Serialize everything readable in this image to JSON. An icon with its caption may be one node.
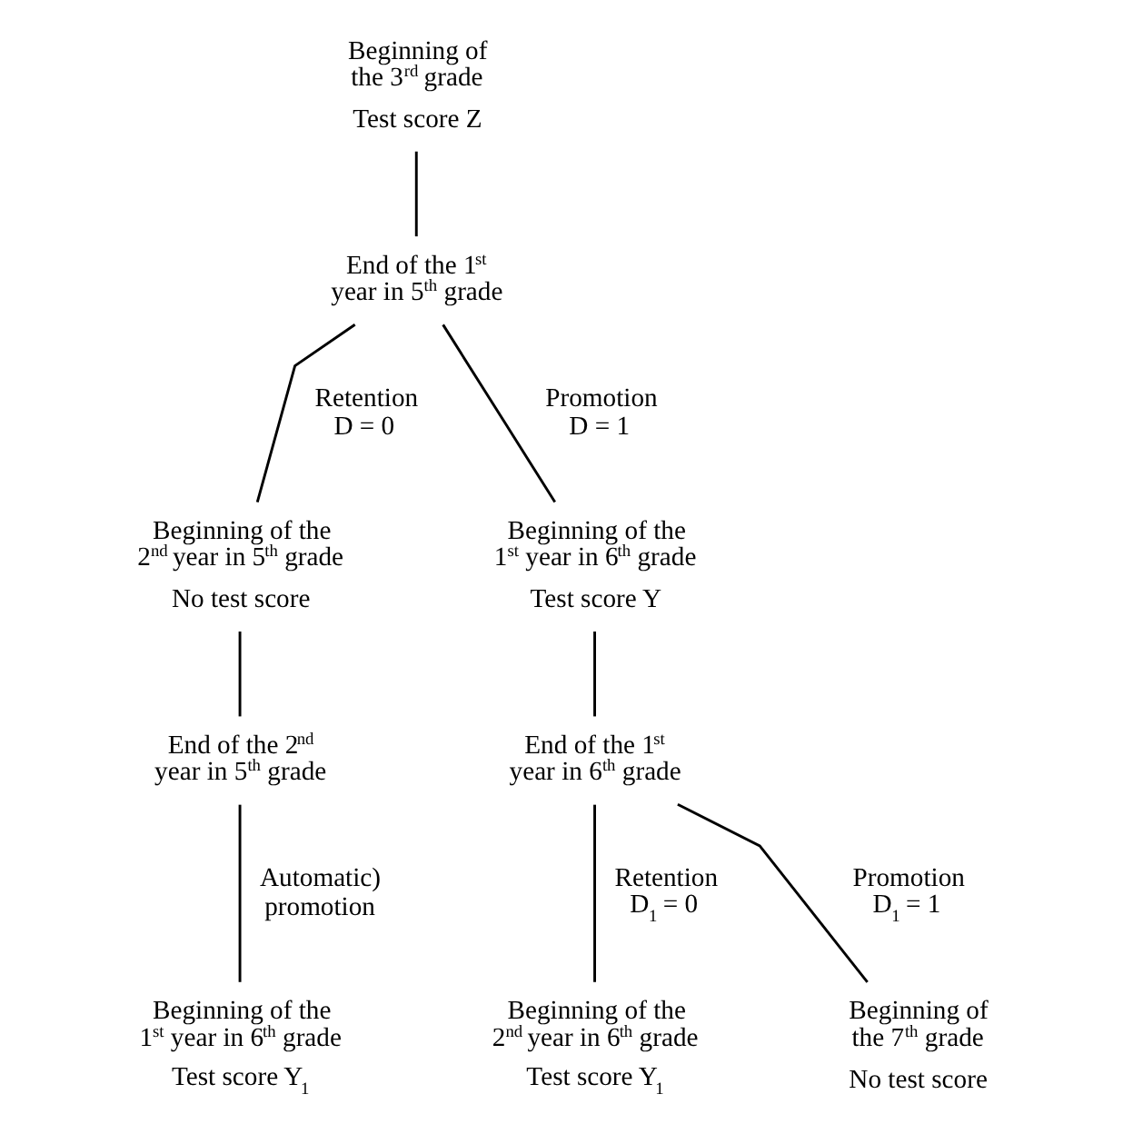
{
  "diagram": {
    "nodes": [
      {
        "text": [
          "Beginning of the 3$^{rd}$ grade",
          "Test score Z"
        ]
      },
      {
        "text": [
          "End of the 1$^{st}$ year in 5$^{th}$ grade"
        ]
      },
      {
        "text": [
          "Beginning of the 2$^{nd}$ year in 5$^{th}$ grade",
          "No test score"
        ]
      },
      {
        "text": [
          "Beginning of the 1$^{st}$ year in 6$^{th}$ grade",
          "Test score Y"
        ]
      },
      {
        "text": [
          "End of the 2$^{nd}$ year in 5$^{th}$ grade"
        ]
      },
      {
        "text": [
          "End of the 1$^{st}$ year in 6$^{th}$ grade"
        ]
      },
      {
        "text": [
          "Beginning of the 1$^{st}$ year in 6$^{th}$ grade",
          "Test score Y$_{1}$"
        ]
      },
      {
        "text": [
          "Beginning of the 2$^{nd}$ year in 6$^{th}$ grade",
          "Test score Y$_{1}$"
        ]
      },
      {
        "text": [
          "Beginning of the 7$^{th}$ grade",
          "No test score"
        ]
      }
    ],
    "edges": [
      {
        "from": 0,
        "to": 1,
        "arrow": "none"
      },
      {
        "from": 1,
        "to": 2,
        "arrow": "none",
        "label": "Retention D = 0"
      },
      {
        "from": 1,
        "to": 3,
        "arrow": "none",
        "label": "Promotion D = 1"
      },
      {
        "from": 2,
        "to": 4,
        "arrow": "none"
      },
      {
        "from": 3,
        "to": 5,
        "arrow": "none"
      },
      {
        "from": 4,
        "to": 6,
        "arrow": "none",
        "label": "Automatic) promotion"
      },
      {
        "from": 5,
        "to": 7,
        "arrow": "none",
        "label": "Retention D$_{1}$ = 0"
      },
      {
        "from": 5,
        "to": 8,
        "arrow": "none",
        "label": "Promotion D$_{1}$ = 1"
      }
    ]
  }
}
